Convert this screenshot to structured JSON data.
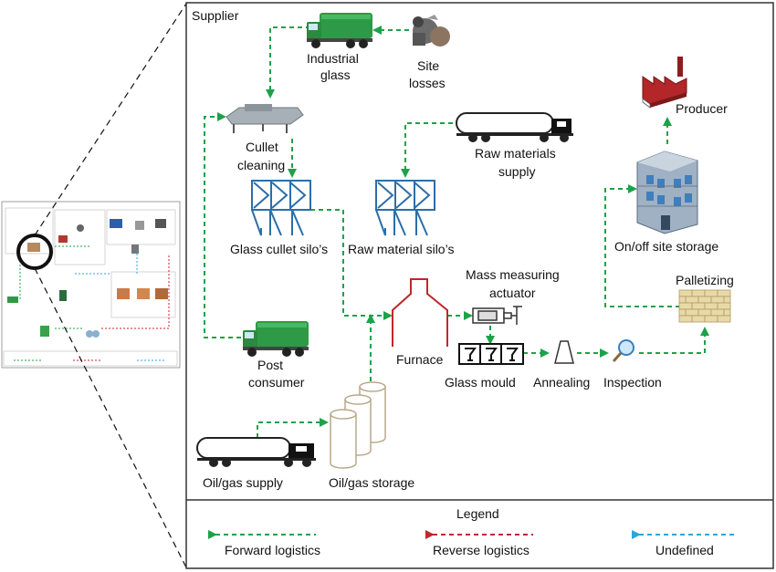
{
  "main": {
    "supplier_title": "Supplier",
    "industrial_glass": [
      "Industrial",
      "glass"
    ],
    "site_losses": [
      "Site",
      "losses"
    ],
    "cullet_cleaning": [
      "Cullet",
      "cleaning"
    ],
    "raw_materials_supply": [
      "Raw materials",
      "supply"
    ],
    "glass_cullet_silos": "Glass cullet silo’s",
    "raw_material_silos": "Raw material silo’s",
    "mass_measuring_actuator": [
      "Mass measuring",
      "actuator"
    ],
    "furnace": "Furnace",
    "glass_mould": "Glass mould",
    "annealing": "Annealing",
    "inspection": "Inspection",
    "palletizing": "Palletizing",
    "on_off_site_storage": "On/off site storage",
    "producer": "Producer",
    "post_consumer": [
      "Post",
      "consumer"
    ],
    "oil_gas_supply": "Oil/gas supply",
    "oil_gas_storage": "Oil/gas storage"
  },
  "legend": {
    "title": "Legend",
    "forward": "Forward logistics",
    "reverse": "Reverse logistics",
    "undefined": "Undefined"
  },
  "colors": {
    "forward": "#1ca24a",
    "reverse": "#c0272d",
    "undefined": "#2aa7d8",
    "silo": "#2b6ea8",
    "furnace": "#c0272d",
    "storage_tank": "#b8a888",
    "pallet": "#e8d9a8"
  },
  "icons": [
    "garbage-truck-icon",
    "scrap-pile-icon",
    "conveyor-machine-icon",
    "tanker-truck-icon",
    "silo-icon",
    "furnace-icon",
    "actuator-icon",
    "mould-icon",
    "annealing-icon",
    "magnifier-icon",
    "pallet-icon",
    "building-icon",
    "factory-icon",
    "cylinder-tank-icon"
  ]
}
